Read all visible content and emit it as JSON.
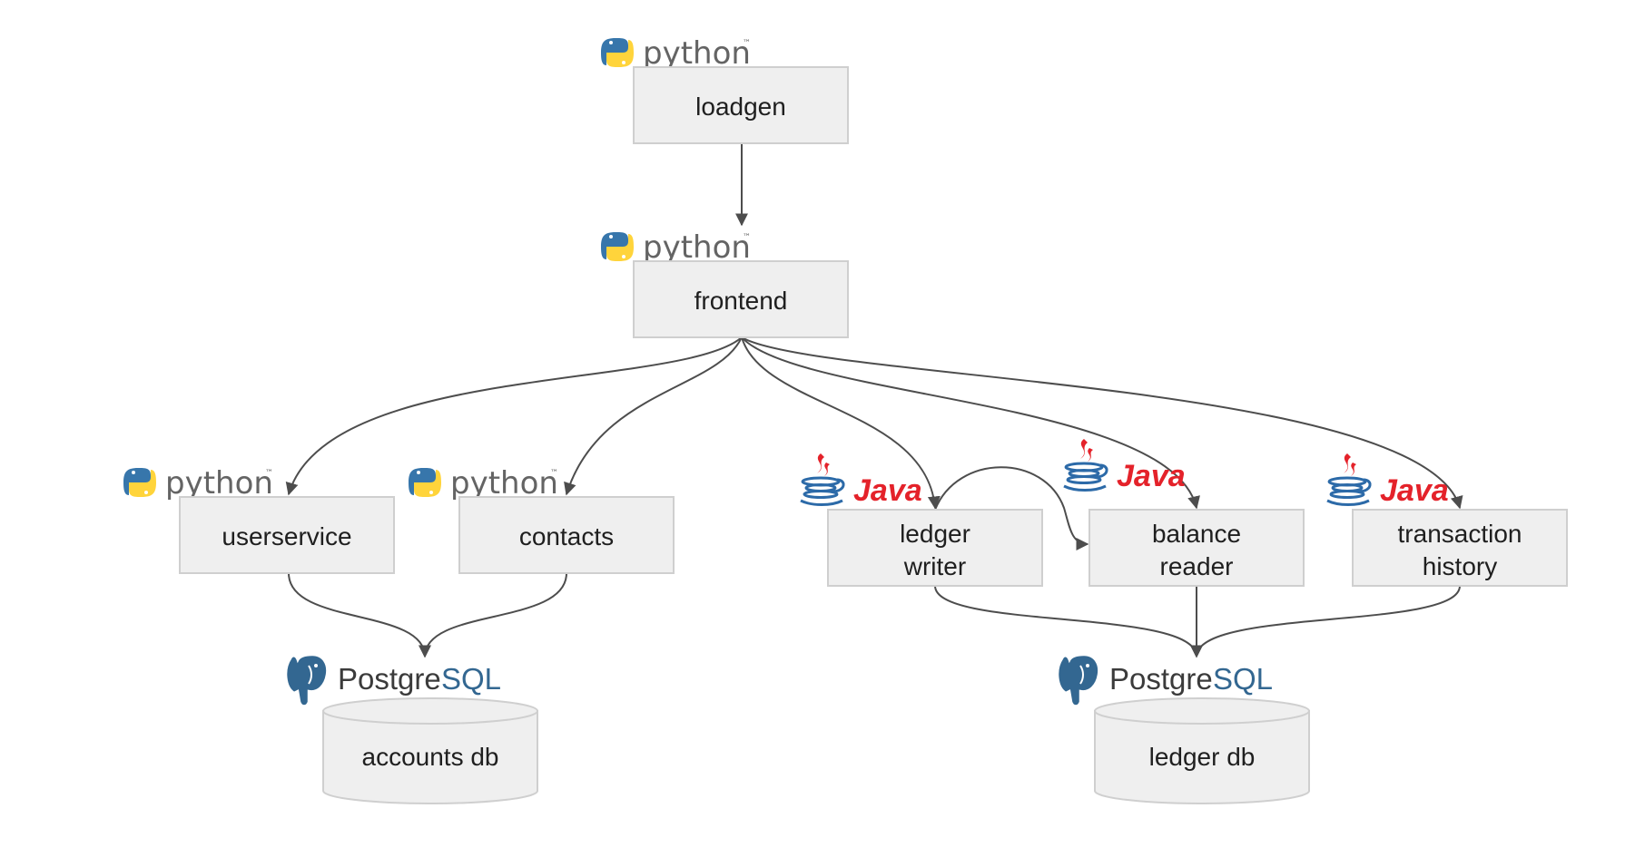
{
  "badges": {
    "python": "python",
    "trademark": "™",
    "java": "Java",
    "postgres_part1": "Postgre",
    "postgres_part2": "SQL"
  },
  "nodes": {
    "loadgen": "loadgen",
    "frontend": "frontend",
    "userservice": "userservice",
    "contacts": "contacts",
    "ledger_writer": [
      "ledger",
      "writer"
    ],
    "balance_reader": [
      "balance",
      "reader"
    ],
    "transaction_history": [
      "transaction",
      "history"
    ]
  },
  "databases": {
    "accounts_db": "accounts db",
    "ledger_db": "ledger db"
  },
  "colors": {
    "box_fill": "#efefef",
    "box_stroke": "#cfcfcf",
    "edge": "#4d4d4d",
    "python_blue": "#3776ab",
    "python_yellow": "#ffd43b",
    "java_red": "#e4222a",
    "java_blue": "#2c6aa8",
    "postgres_blue": "#336791"
  }
}
